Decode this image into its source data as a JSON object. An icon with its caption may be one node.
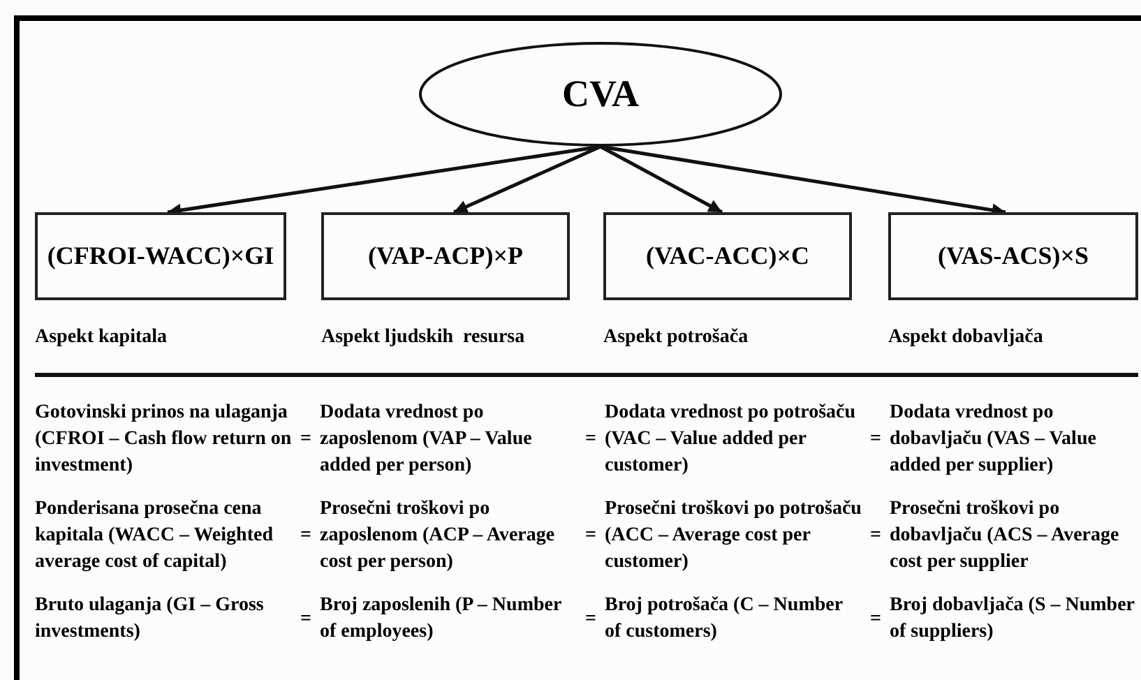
{
  "diagram": {
    "nodes": [
      {
        "text": [
          "CVA"
        ]
      },
      {
        "text": [
          "(CFROI-WACC)×GI"
        ],
        "beside": [
          "Aspekt kapitala"
        ]
      },
      {
        "text": [
          "(VAP-ACP)×P"
        ],
        "beside": [
          "Aspekt ljudskih  resursa"
        ]
      },
      {
        "text": [
          "(VAC-ACC)×C"
        ],
        "beside": [
          "Aspekt potrošača"
        ]
      },
      {
        "text": [
          "(VAS-ACS)×S"
        ],
        "beside": [
          "Aspekt dobavljača"
        ]
      }
    ],
    "edges": [
      {
        "from": 0,
        "to": 1,
        "arrow": "to"
      },
      {
        "from": 0,
        "to": 2,
        "arrow": "to"
      },
      {
        "from": 0,
        "to": 3,
        "arrow": "to"
      },
      {
        "from": 0,
        "to": 4,
        "arrow": "to"
      }
    ],
    "labels": [
      "Gotovinski prinos na ulaganja (CFROI – Cash flow return on investment)",
      "=",
      "Dodata vrednost po zaposlenom (VAP – Value added per person)",
      "=",
      "Dodata vrednost po potrošaču (VAC – Value added per customer)",
      "=",
      "Dodata vrednost po dobavljaču (VAS – Value added per supplier)",
      "Ponderisana prosečna cena kapitala (WACC – Weighted average cost of capital)",
      "=",
      "Prosečni troškovi po zaposlenom (ACP – Average cost per person)",
      "=",
      "Prosečni troškovi po potrošaču (ACC – Average cost per customer)",
      "=",
      "Prosečni troškovi po dobavljaču (ACS – Average cost per supplier",
      "Bruto ulaganja (GI – Gross investments)",
      "=",
      "Broj zaposlenih (P – Number of employees)",
      "=",
      "Broj potrošača (C – Number of customers)",
      "=",
      "Broj dobavljača (S – Number of suppliers)"
    ]
  }
}
